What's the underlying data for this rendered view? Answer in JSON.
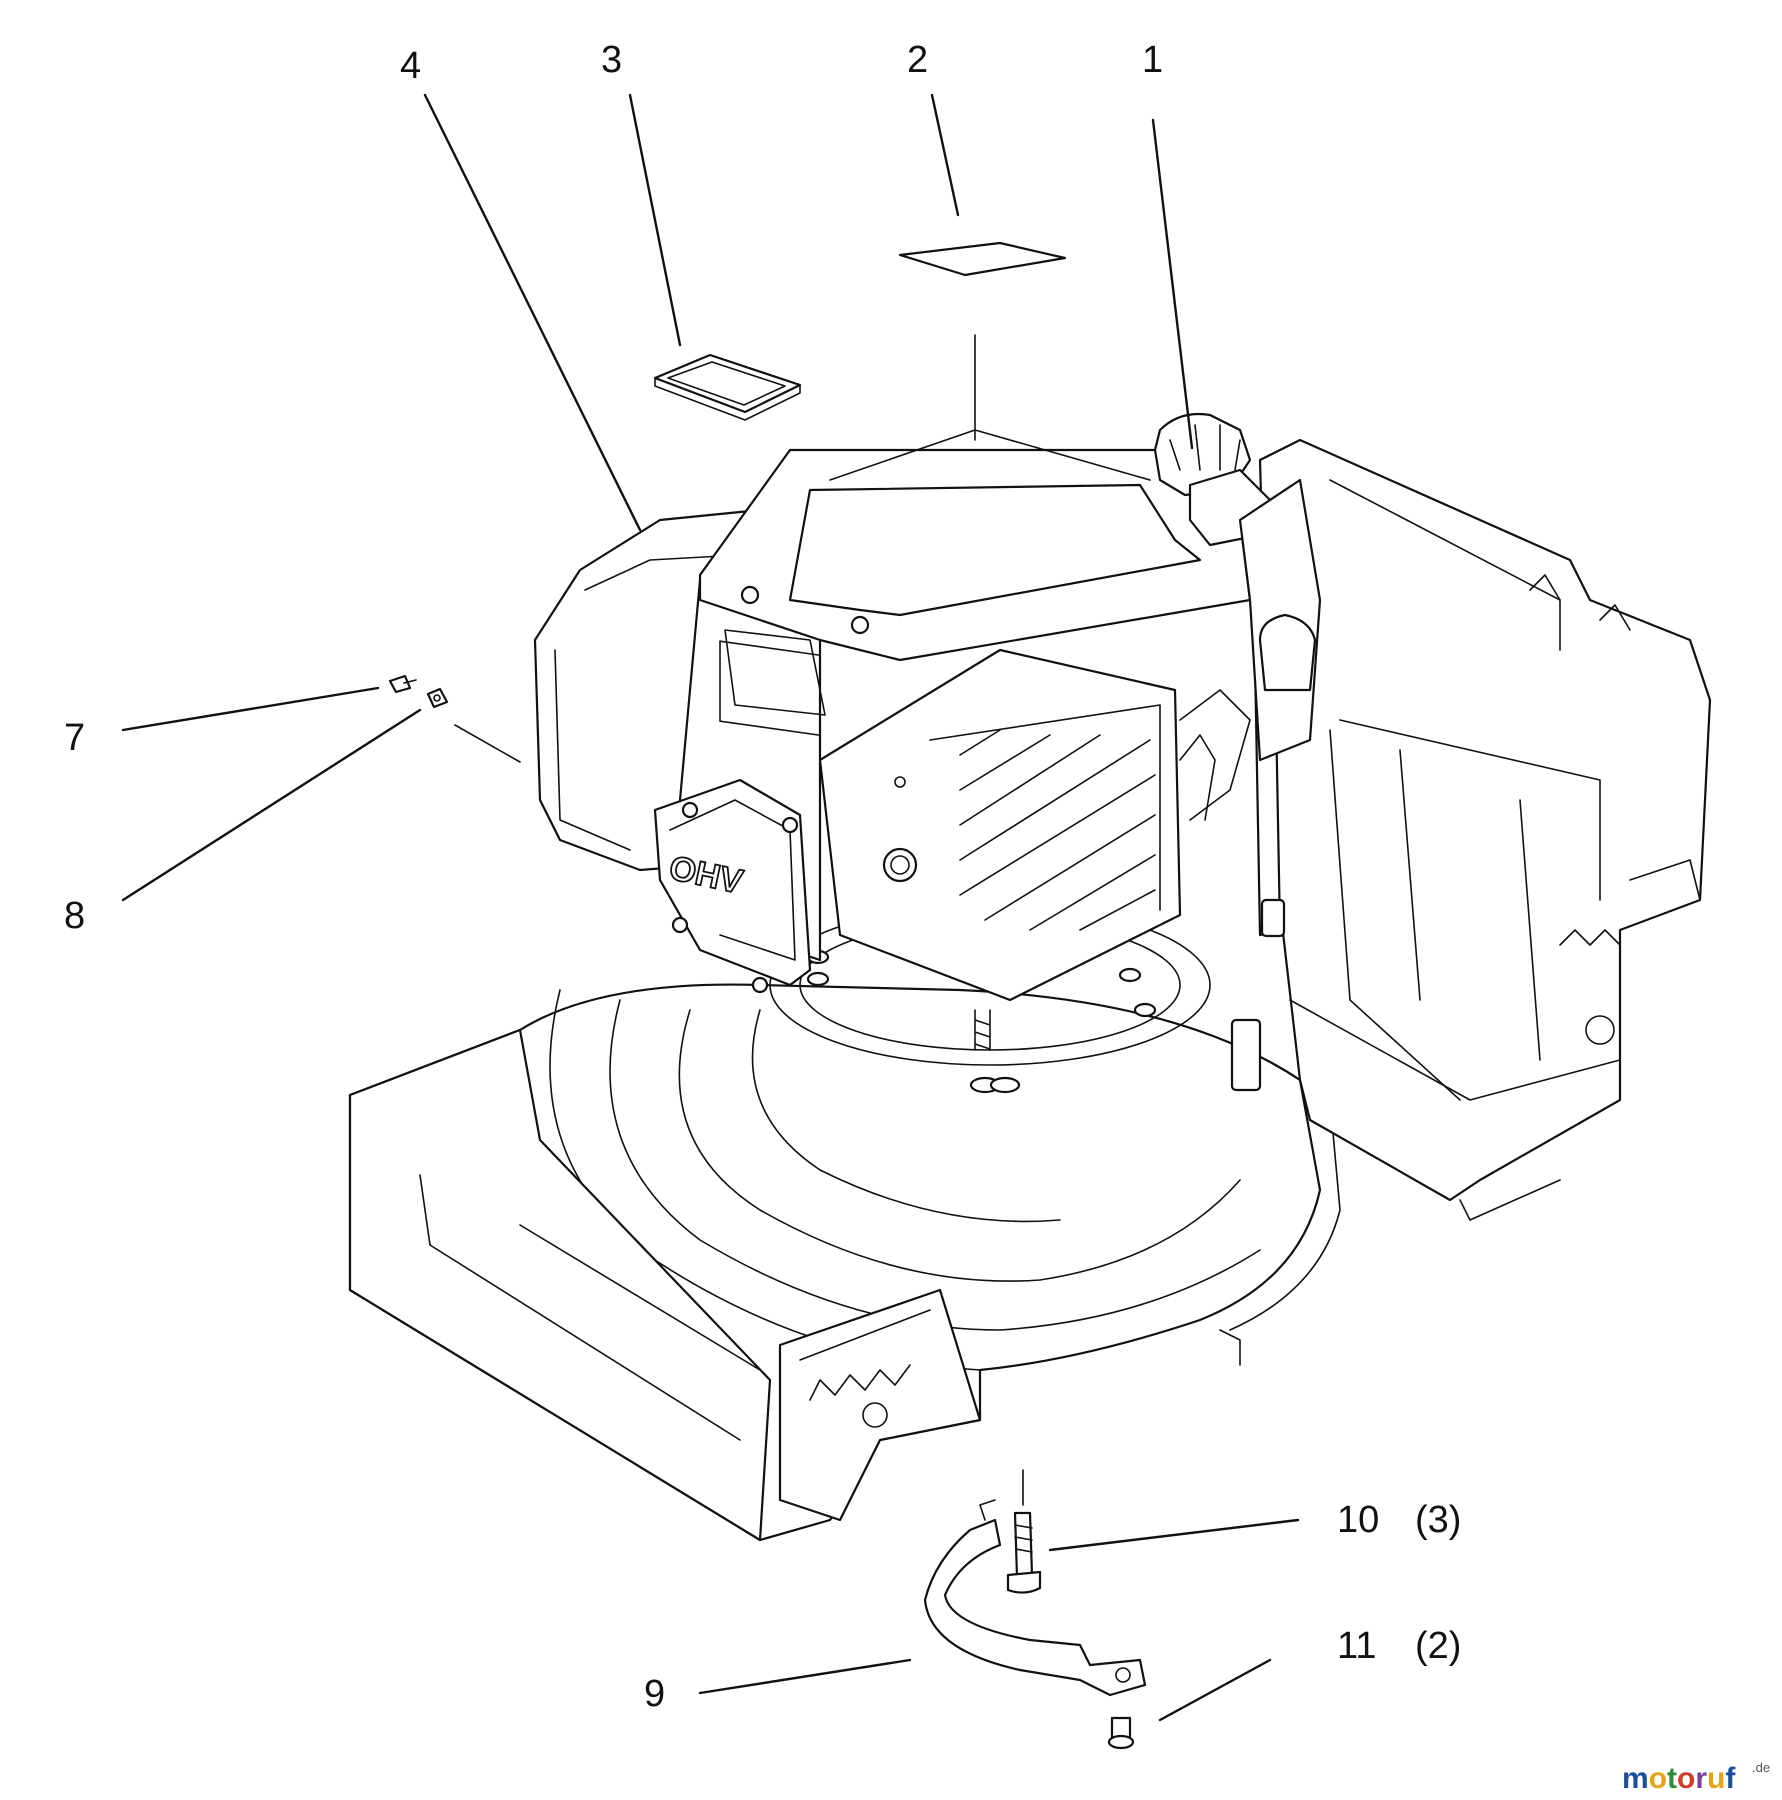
{
  "diagram": {
    "callouts": [
      {
        "id": "c1",
        "label": "1"
      },
      {
        "id": "c2",
        "label": "2"
      },
      {
        "id": "c3",
        "label": "3"
      },
      {
        "id": "c4",
        "label": "4"
      },
      {
        "id": "c7",
        "label": "7"
      },
      {
        "id": "c8",
        "label": "8"
      },
      {
        "id": "c9",
        "label": "9"
      },
      {
        "id": "c10",
        "label": "10",
        "qty": "(3)"
      },
      {
        "id": "c11",
        "label": "11",
        "qty": "(2)"
      }
    ],
    "engine_badge": "OHV",
    "watermark": {
      "letters": [
        "m",
        "o",
        "t",
        "o",
        "r",
        "u",
        "f"
      ],
      "suffix": ".de",
      "colors": [
        "#1a4fa0",
        "#e8a317",
        "#2e8b3a",
        "#d23a2a",
        "#7b3fa0",
        "#e8a317",
        "#1a4fa0"
      ]
    }
  }
}
